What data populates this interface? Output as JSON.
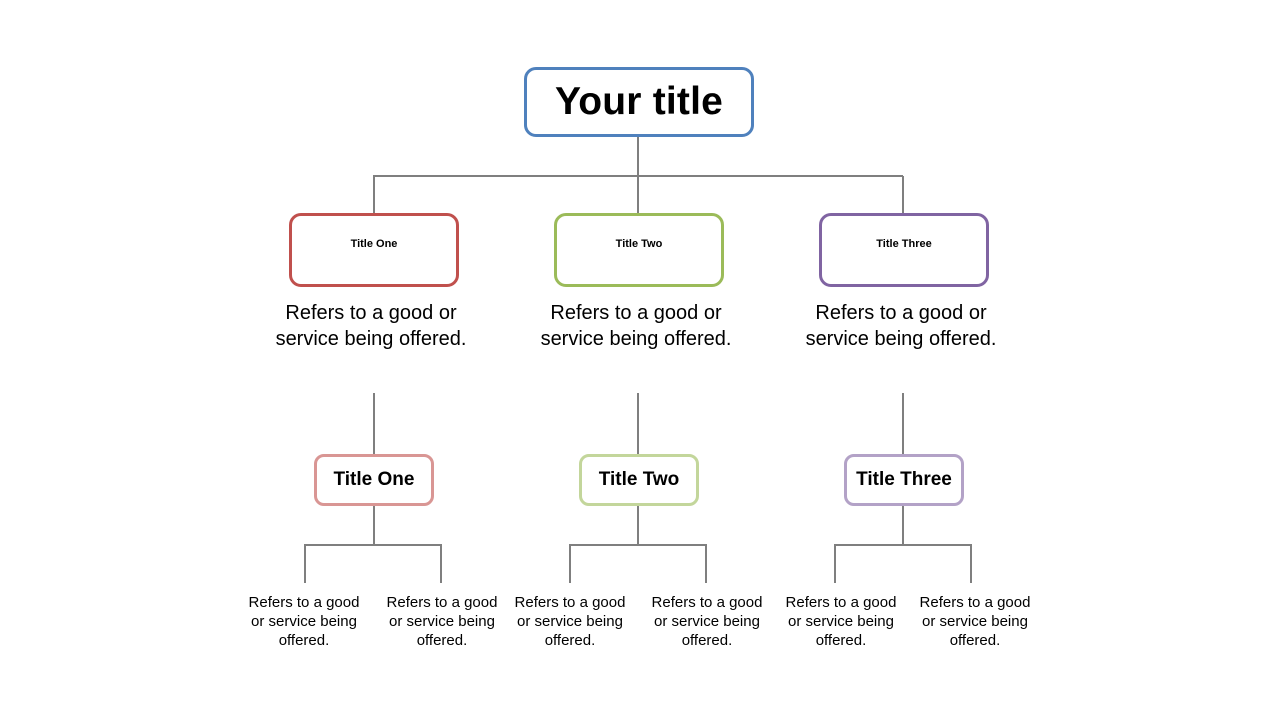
{
  "root": {
    "title": "Your title",
    "border_color": "#4f81bd"
  },
  "branches": [
    {
      "title": "Title One",
      "description": "Refers to a good or service being offered.",
      "sub_title": "Title One",
      "leaves": [
        "Refers to a good or service being offered.",
        "Refers to a good or service being offered."
      ],
      "color": "#c0504d",
      "sub_color": "#d99694"
    },
    {
      "title": "Title Two",
      "description": "Refers to a good or service being offered.",
      "sub_title": "Title Two",
      "leaves": [
        "Refers to a good or service being offered.",
        "Refers to a good or service being offered."
      ],
      "color": "#9bbb59",
      "sub_color": "#c3d69b"
    },
    {
      "title": "Title Three",
      "description": "Refers to a good or service being offered.",
      "sub_title": "Title Three",
      "leaves": [
        "Refers to a good or service being offered.",
        "Refers to a good or service being offered."
      ],
      "color": "#8064a2",
      "sub_color": "#b3a2c7"
    }
  ],
  "connector_color": "#7f7f7f"
}
